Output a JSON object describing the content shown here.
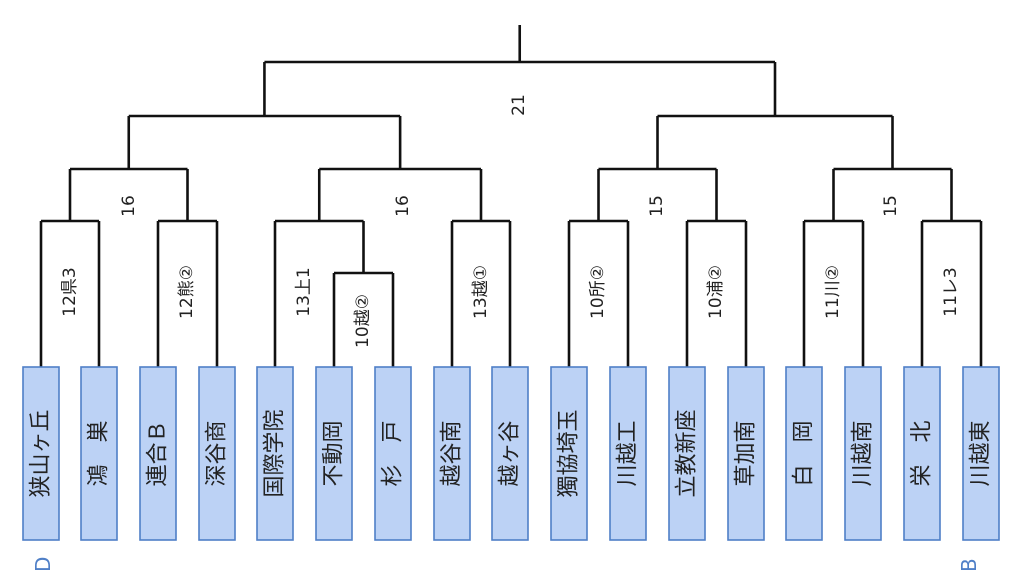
{
  "bracket": {
    "zones": {
      "left": "D",
      "right": "B"
    },
    "teams": [
      "狭山ヶ丘",
      "鴻　巣",
      "連合Ｂ",
      "深谷商",
      "国際学院",
      "不動岡",
      "杉　戸",
      "越谷南",
      "越ヶ谷",
      "獨協埼玉",
      "川越工",
      "立教新座",
      "草加南",
      "白　岡",
      "川越南",
      "栄　北",
      "川越東"
    ],
    "first_round_scores": [
      "12県3",
      "12熊②",
      "10越②",
      "13上1",
      "13越①",
      "10所②",
      "10浦②",
      "11川②",
      "11レ3"
    ],
    "second_round_scores": [
      "16",
      "16",
      "15",
      "15"
    ],
    "semifinal_score": "21"
  }
}
